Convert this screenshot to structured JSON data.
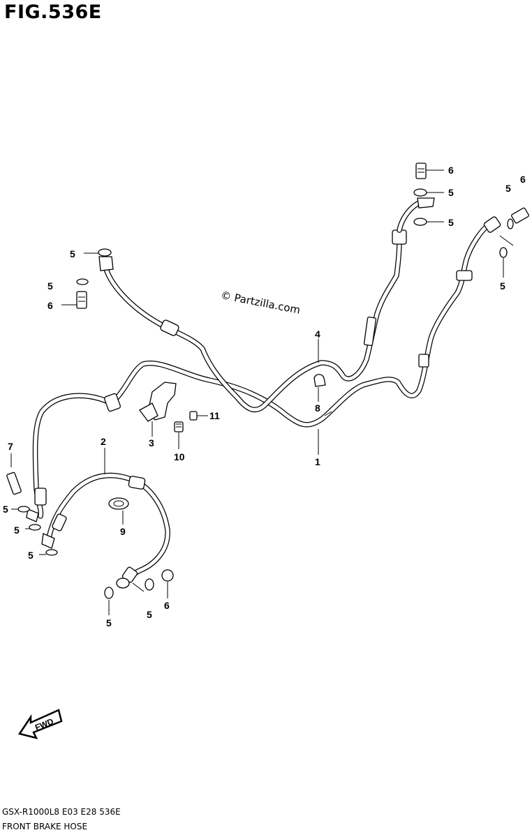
{
  "figure": {
    "title": "FIG.536E",
    "watermark": "© Partzilla.com",
    "model_code": "GSX-R1000L8  E03  E28  536E",
    "caption": "FRONT BRAKE HOSE",
    "fwd_label": "FWD"
  },
  "callouts": [
    {
      "id": "c-6a",
      "text": "6"
    },
    {
      "id": "c-5a",
      "text": "5"
    },
    {
      "id": "c-5b",
      "text": "5"
    },
    {
      "id": "c-5c",
      "text": "5"
    },
    {
      "id": "c-6b",
      "text": "6"
    },
    {
      "id": "c-5d",
      "text": "5"
    },
    {
      "id": "c-5e",
      "text": "5"
    },
    {
      "id": "c-5f",
      "text": "5"
    },
    {
      "id": "c-6c",
      "text": "6"
    },
    {
      "id": "c-4",
      "text": "4"
    },
    {
      "id": "c-8",
      "text": "8"
    },
    {
      "id": "c-11",
      "text": "11"
    },
    {
      "id": "c-3",
      "text": "3"
    },
    {
      "id": "c-10",
      "text": "10"
    },
    {
      "id": "c-1",
      "text": "1"
    },
    {
      "id": "c-7",
      "text": "7"
    },
    {
      "id": "c-2",
      "text": "2"
    },
    {
      "id": "c-5g",
      "text": "5"
    },
    {
      "id": "c-5h",
      "text": "5"
    },
    {
      "id": "c-5i",
      "text": "5"
    },
    {
      "id": "c-9",
      "text": "9"
    },
    {
      "id": "c-5j",
      "text": "5"
    },
    {
      "id": "c-5k",
      "text": "5"
    },
    {
      "id": "c-6d",
      "text": "6"
    }
  ]
}
